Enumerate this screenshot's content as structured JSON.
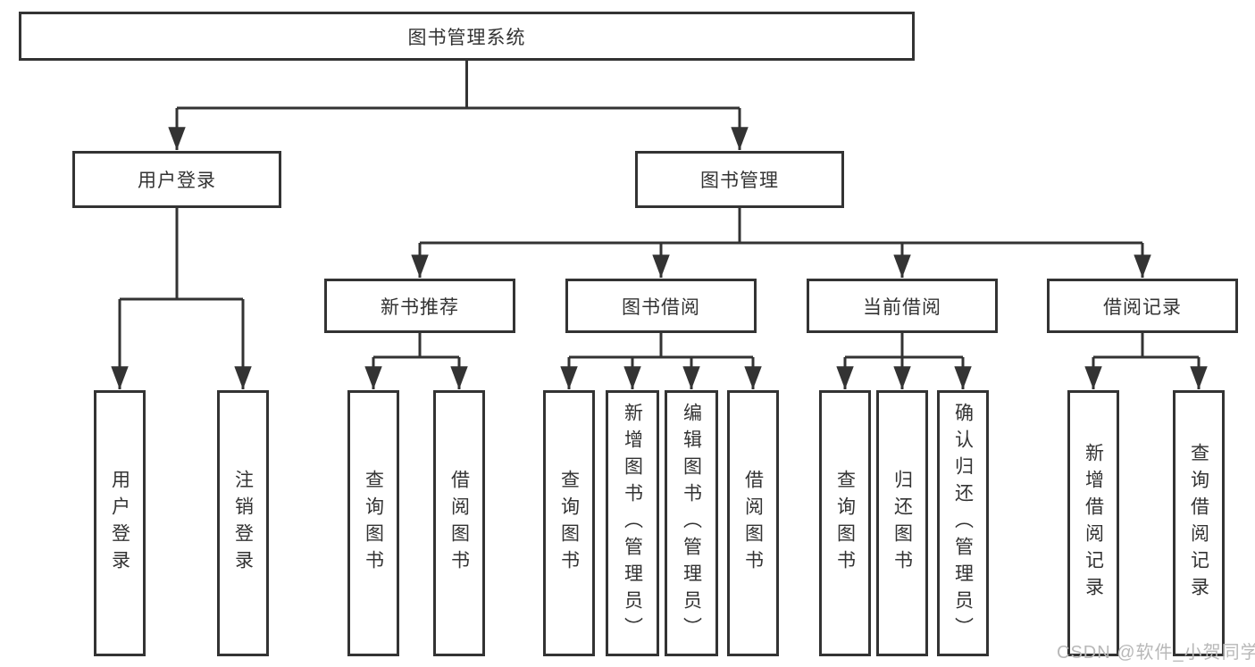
{
  "diagram": {
    "root": {
      "label": "图书管理系统"
    },
    "level2": [
      {
        "label": "用户登录"
      },
      {
        "label": "图书管理"
      }
    ],
    "level3": [
      {
        "label": "新书推荐"
      },
      {
        "label": "图书借阅"
      },
      {
        "label": "当前借阅"
      },
      {
        "label": "借阅记录"
      }
    ],
    "leaves": [
      {
        "label": "用户登录"
      },
      {
        "label": "注销登录"
      },
      {
        "label": "查询图书"
      },
      {
        "label": "借阅图书"
      },
      {
        "label": "查询图书"
      },
      {
        "label": "新增图书（管理员）"
      },
      {
        "label": "编辑图书（管理员）"
      },
      {
        "label": "借阅图书"
      },
      {
        "label": "查询图书"
      },
      {
        "label": "归还图书"
      },
      {
        "label": "确认归还（管理员）"
      },
      {
        "label": "新增借阅记录"
      },
      {
        "label": "查询借阅记录"
      }
    ]
  },
  "watermark": {
    "text": "CSDN @软件_小贺同学",
    "color": "#b8b8b8"
  },
  "colors": {
    "line": "#333333",
    "box_border": "#333333",
    "text": "#333333",
    "background": "#ffffff"
  }
}
